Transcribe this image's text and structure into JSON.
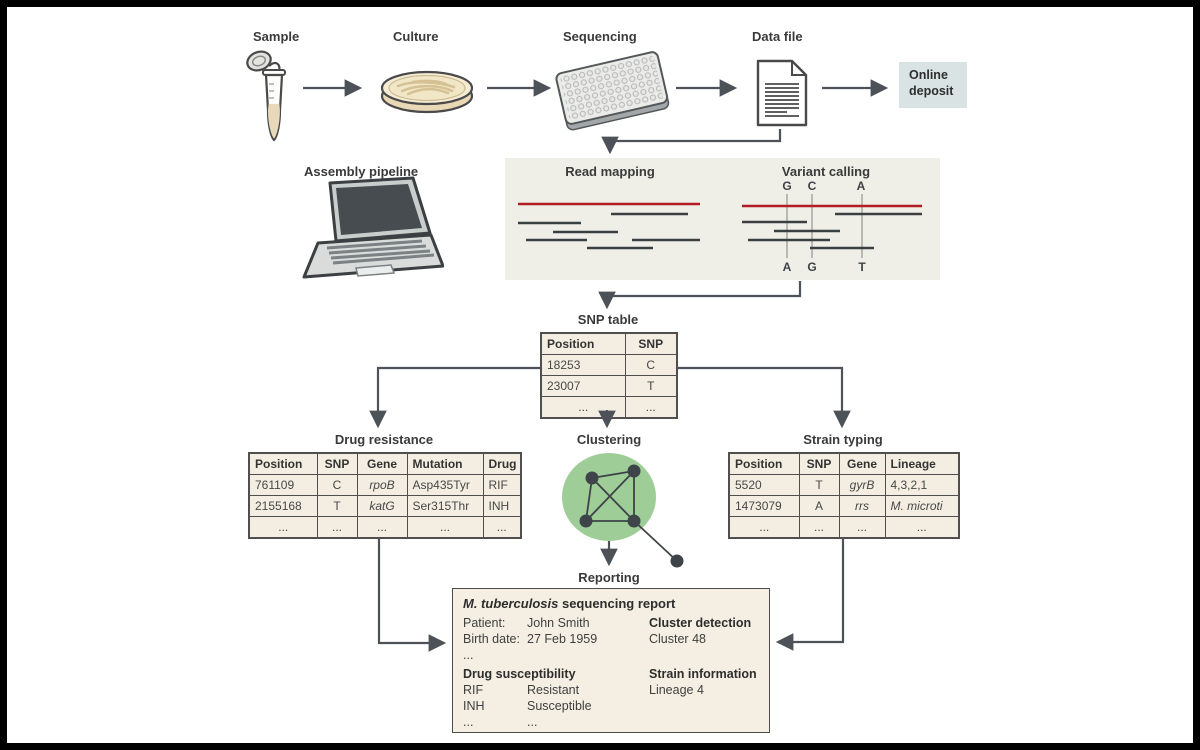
{
  "pipeline": {
    "sample": "Sample",
    "culture": "Culture",
    "sequencing": "Sequencing",
    "data_file": "Data file",
    "online_deposit": "Online deposit"
  },
  "assembly": {
    "label": "Assembly pipeline"
  },
  "mapping_panel": {
    "read_mapping_title": "Read mapping",
    "variant_calling_title": "Variant calling",
    "top_bases": [
      "G",
      "C",
      "A"
    ],
    "bottom_bases": [
      "A",
      "G",
      "T"
    ]
  },
  "snp_table": {
    "title": "SNP table",
    "headers": [
      "Position",
      "SNP"
    ],
    "rows": [
      [
        "18253",
        "C"
      ],
      [
        "23007",
        "T"
      ],
      [
        "...",
        "..."
      ]
    ]
  },
  "drug_resistance": {
    "title": "Drug resistance",
    "headers": [
      "Position",
      "SNP",
      "Gene",
      "Mutation",
      "Drug"
    ],
    "rows": [
      [
        "761109",
        "C",
        "rpoB",
        "Asp435Tyr",
        "RIF"
      ],
      [
        "2155168",
        "T",
        "katG",
        "Ser315Thr",
        "INH"
      ],
      [
        "...",
        "...",
        "...",
        "...",
        "..."
      ]
    ]
  },
  "clustering": {
    "title": "Clustering"
  },
  "strain_typing": {
    "title": "Strain typing",
    "headers": [
      "Position",
      "SNP",
      "Gene",
      "Lineage"
    ],
    "rows": [
      [
        "5520",
        "T",
        "gyrB",
        "4,3,2,1"
      ],
      [
        "1473079",
        "A",
        "rrs",
        "M. microti"
      ],
      [
        "...",
        "...",
        "...",
        "..."
      ]
    ]
  },
  "reporting": {
    "label": "Reporting",
    "report_title_species": "M. tuberculosis",
    "report_title_rest": " sequencing report",
    "patient_label": "Patient:",
    "patient_value": "John Smith",
    "birth_label": "Birth date:",
    "birth_value": "27 Feb 1959",
    "ellipsis": "...",
    "drug_section_title": "Drug susceptibility",
    "drug_rows": [
      [
        "RIF",
        "Resistant"
      ],
      [
        "INH",
        "Susceptible"
      ],
      [
        "...",
        "..."
      ]
    ],
    "cluster_section_title": "Cluster detection",
    "cluster_value": "Cluster 48",
    "strain_section_title": "Strain information",
    "strain_value": "Lineage 4"
  },
  "colors": {
    "accent_red": "#b11d23",
    "panel_bg": "#efefe8",
    "table_bg": "#f3eee1",
    "deposit_bg": "#d9e3e3",
    "cluster_green": "#9fcd98",
    "line": "#4c5257"
  }
}
